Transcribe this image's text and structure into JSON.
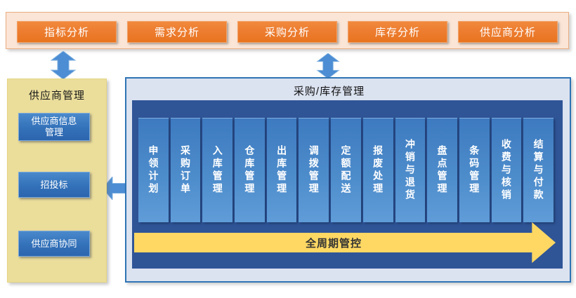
{
  "analysis_bar": {
    "buttons": [
      "指标分析",
      "需求分析",
      "采购分析",
      "库存分析",
      "供应商分析"
    ]
  },
  "supplier_panel": {
    "title": "供应商管理",
    "buttons": [
      "供应商信息管理",
      "招投标",
      "供应商协同"
    ]
  },
  "main_panel": {
    "title": "采购/库存管理",
    "modules": [
      "申领计划",
      "采购订单",
      "入库管理",
      "仓库管理",
      "出库管理",
      "调拨管理",
      "定额配送",
      "报废处理",
      "冲销与退货",
      "盘点管理",
      "条码管理",
      "收费与核销",
      "结算与付款"
    ],
    "cycle_arrow_label": "全周期管控"
  },
  "colors": {
    "accent_orange": "#ED7D31",
    "analysis_bar_bg": "#FBE5D6",
    "supplier_yellow": "#EBDE9B",
    "panel_border_blue": "#2E74B5",
    "panel_bg_light": "#DBE2F0",
    "inner_navy": "#2F5597",
    "module_blue_top": "#3D7AC0",
    "module_blue_bottom": "#5F9CD8",
    "button_blue": "#3371B9",
    "connector_blue": "#4C8DD3",
    "cycle_arrow_yellow": "#FFD863"
  }
}
